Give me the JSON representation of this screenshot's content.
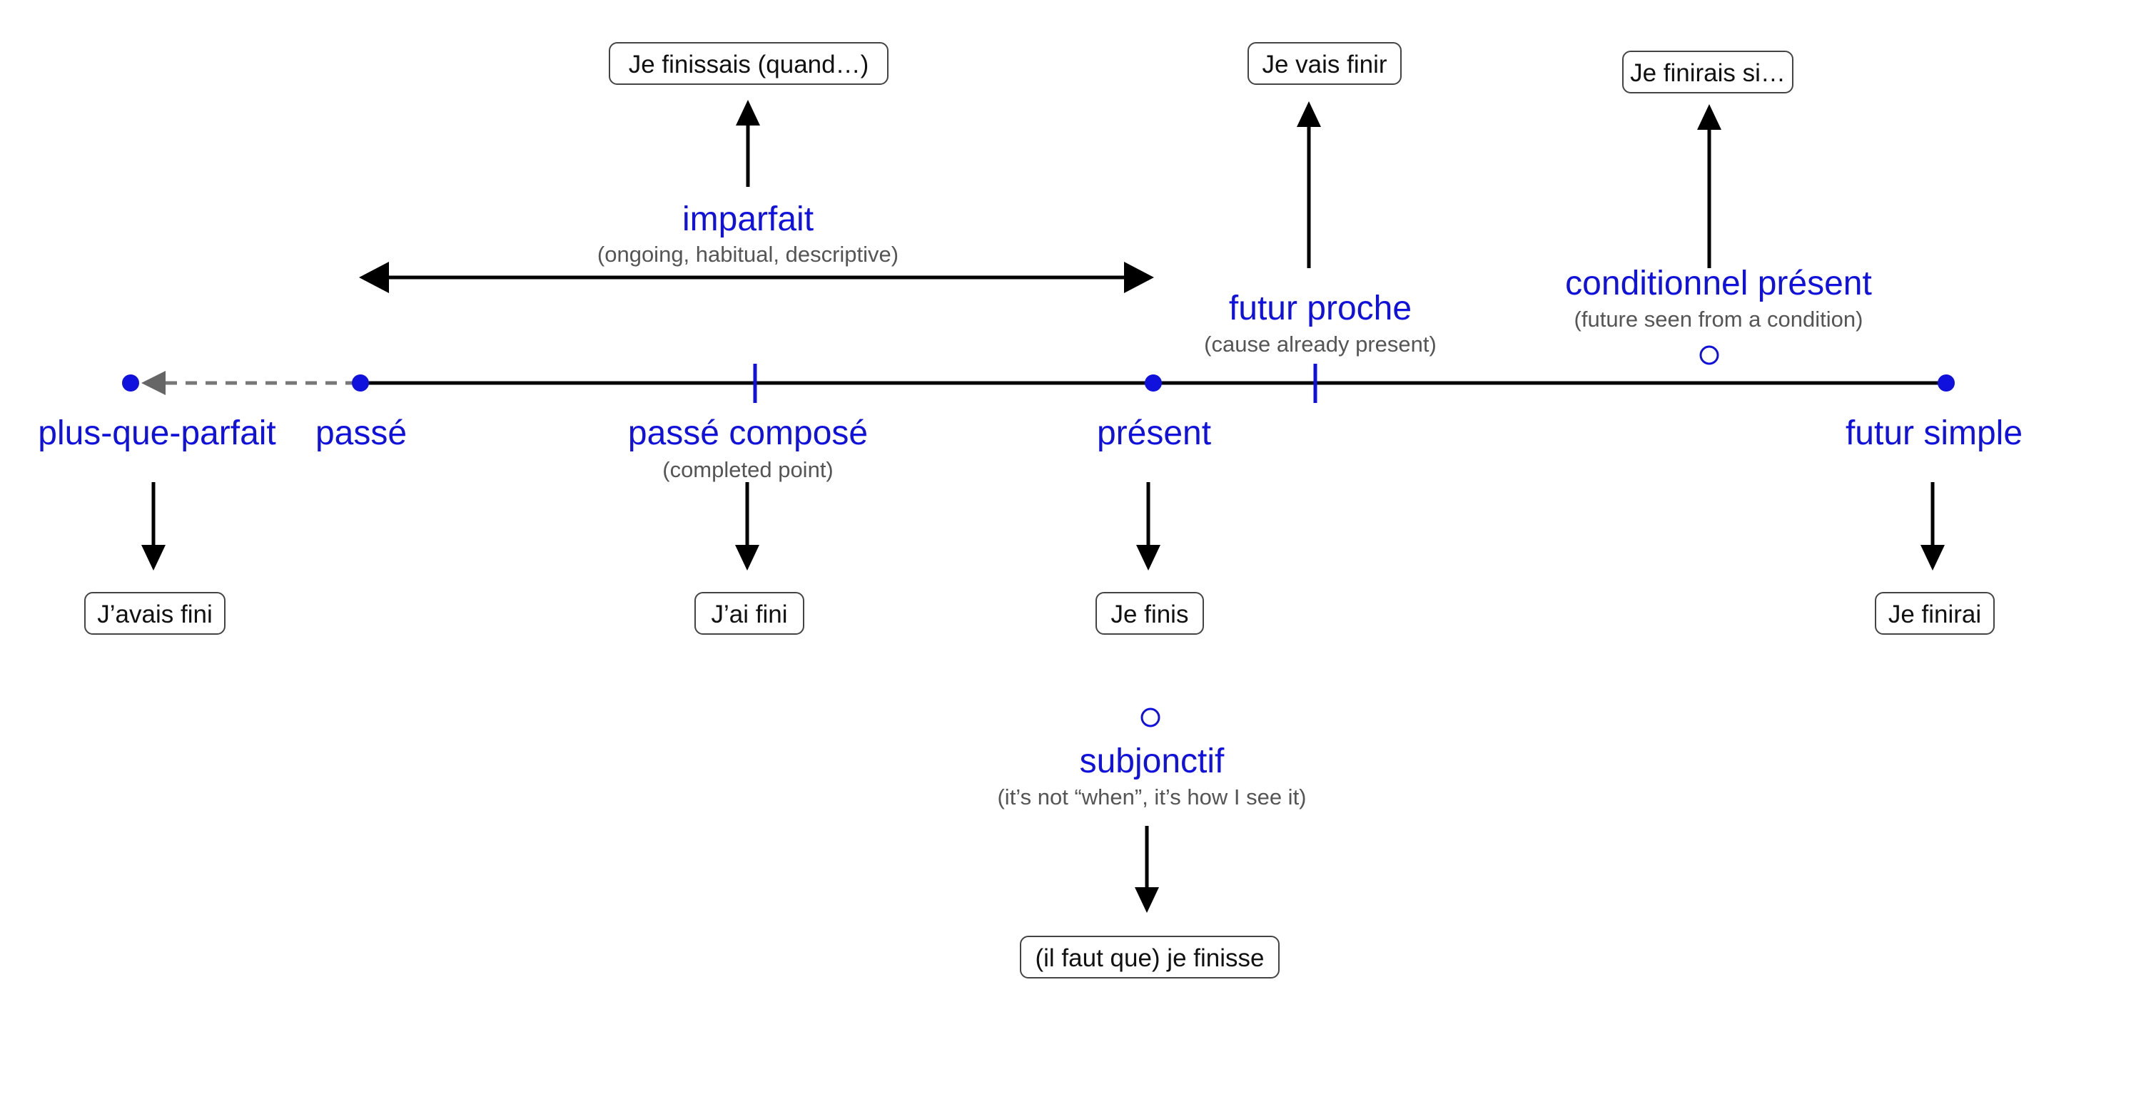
{
  "colors": {
    "accent": "#1111dd",
    "line": "#000000",
    "subtext": "#555555",
    "dashed": "#777777"
  },
  "timeline_points": {
    "plus_que_parfait": "plus-que-parfait",
    "passe": "passé",
    "passe_compose": "passé composé",
    "present": "présent",
    "futur_simple": "futur simple"
  },
  "annotations": {
    "passe_compose_note": "(completed point)",
    "imparfait": "imparfait",
    "imparfait_note": "(ongoing, habitual, descriptive)",
    "futur_proche": "futur proche",
    "futur_proche_note": "(cause already present)",
    "conditionnel": "conditionnel présent",
    "conditionnel_note": "(future seen from a condition)",
    "subjonctif": "subjonctif",
    "subjonctif_note": "(it’s not “when”, it’s how I see it)"
  },
  "examples": {
    "plus_que_parfait": "J’avais fini",
    "passe_compose": "J’ai fini",
    "present": "Je finis",
    "futur_simple": "Je finirai",
    "imparfait": "Je finissais (quand…)",
    "futur_proche": "Je vais finir",
    "conditionnel": "Je finirais si…",
    "subjonctif": "(il faut que) je finisse"
  }
}
